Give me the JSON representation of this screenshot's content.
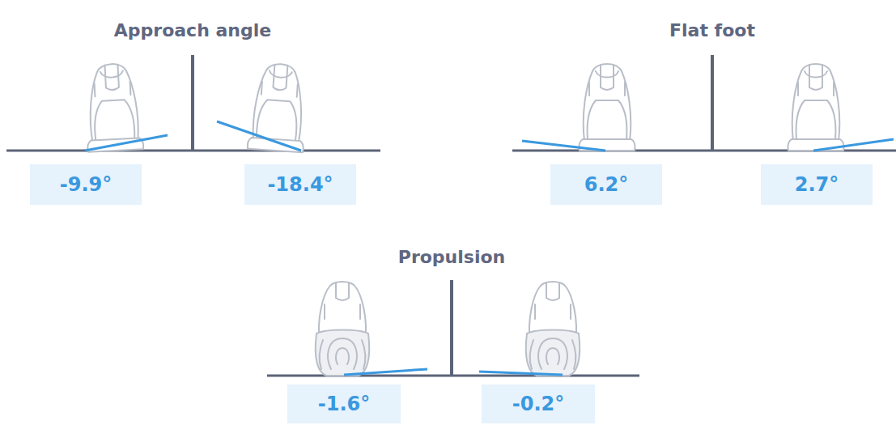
{
  "diagram": {
    "nodes": [
      {
        "text": [
          "-9.9°"
        ]
      },
      {
        "text": [
          "-18.4°"
        ]
      },
      {
        "text": [
          "6.2°"
        ]
      },
      {
        "text": [
          "2.7°"
        ]
      },
      {
        "text": [
          "-1.6°"
        ]
      },
      {
        "text": [
          "-0.2°"
        ]
      }
    ],
    "labels": [
      "Approach angle",
      "Flat foot",
      "Propulsion"
    ]
  }
}
